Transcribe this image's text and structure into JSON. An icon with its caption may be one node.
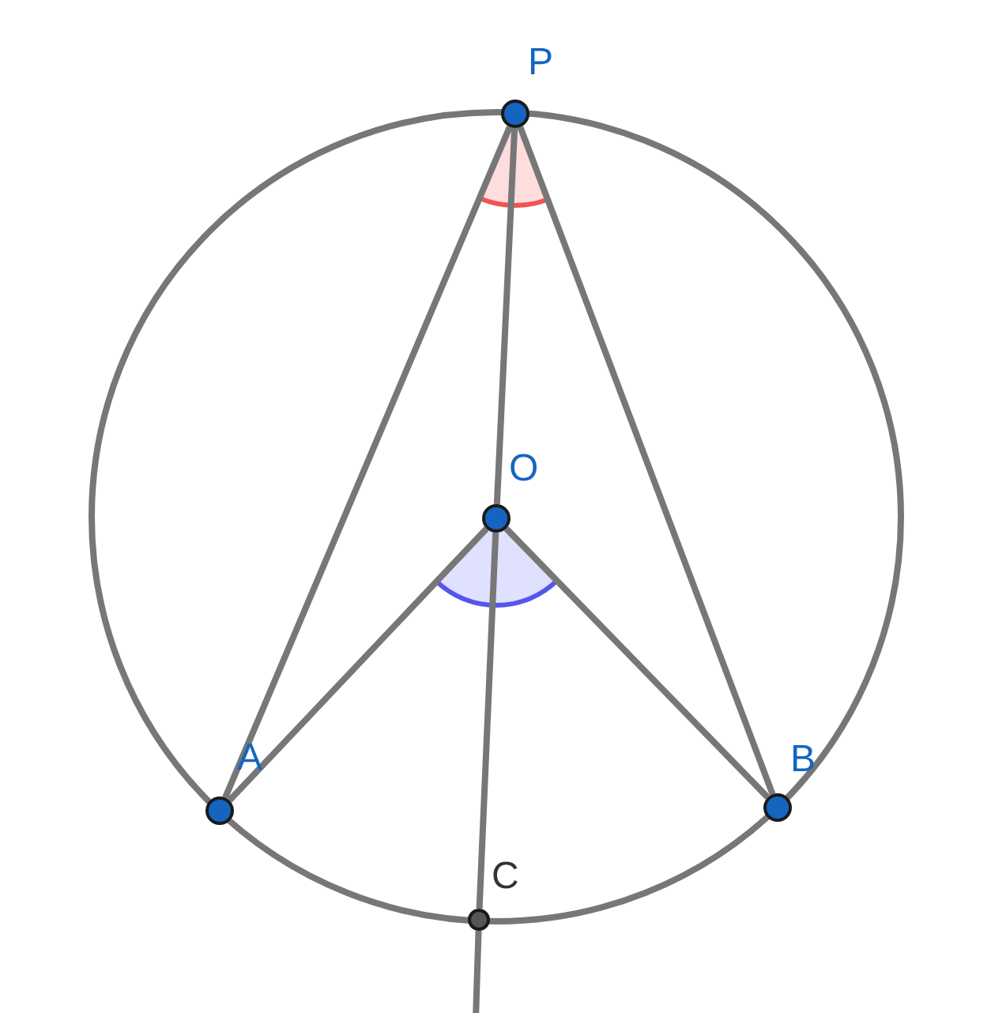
{
  "diagram": {
    "nodes": [
      {
        "text": [],
        "shape": "circle",
        "beside": [
          "P"
        ]
      },
      {
        "text": [],
        "shape": "circle",
        "beside": [
          "O"
        ]
      },
      {
        "text": [],
        "shape": "circle",
        "beside": [
          "A"
        ]
      },
      {
        "text": [],
        "shape": "circle",
        "beside": [
          "B"
        ]
      },
      {
        "text": [],
        "shape": "circle",
        "beside": [
          "C"
        ]
      }
    ],
    "edges": [
      {
        "from": 0,
        "to": 2,
        "arrow": "none"
      },
      {
        "from": 0,
        "to": 3,
        "arrow": "none"
      },
      {
        "from": 1,
        "to": 2,
        "arrow": "none"
      },
      {
        "from": 1,
        "to": 3,
        "arrow": "none"
      },
      {
        "from": 0,
        "to": 1,
        "arrow": "none"
      },
      {
        "from": 1,
        "to": 4,
        "arrow": "none"
      },
      {
        "from": 4,
        "to": null,
        "arrow": "none"
      }
    ]
  }
}
